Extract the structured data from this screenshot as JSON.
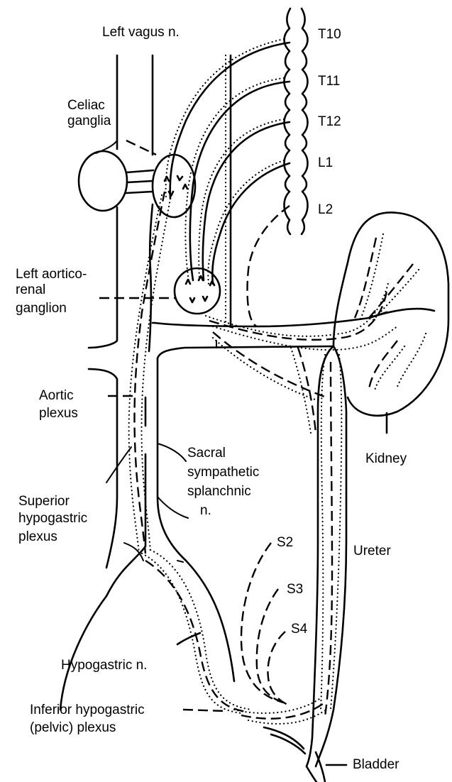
{
  "labels": {
    "left_vagus": "Left vagus n.",
    "celiac_ganglia": [
      "Celiac",
      "ganglia"
    ],
    "aorticorenal": [
      "Left aortico-",
      "renal",
      "ganglion"
    ],
    "aortic_plexus": [
      "Aortic",
      "plexus"
    ],
    "sacral_splanchnic": [
      "Sacral",
      "sympathetic",
      "splanchnic",
      "n."
    ],
    "superior_hypogastric": [
      "Superior",
      "hypogastric",
      "plexus"
    ],
    "hypogastric_n": "Hypogastric n.",
    "inferior_hypogastric": [
      "Inferior hypogastric",
      "(pelvic) plexus"
    ],
    "kidney": "Kidney",
    "ureter": "Ureter",
    "bladder": "Bladder",
    "segments": [
      "T10",
      "T11",
      "T12",
      "L1",
      "L2"
    ],
    "sacral_segments": [
      "S2",
      "S3",
      "S4"
    ]
  }
}
